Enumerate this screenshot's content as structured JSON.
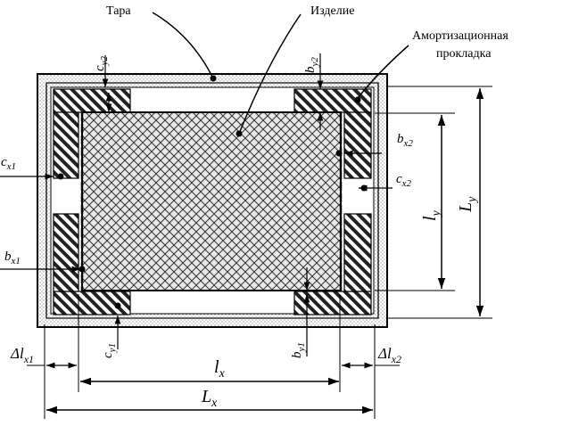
{
  "labels": {
    "tara": "Тара",
    "izdelie": "Изделие",
    "amort_line1": "Амортизационная",
    "amort_line2": "прокладка"
  },
  "symbols": {
    "cy2": {
      "base": "c",
      "sub": "y2"
    },
    "by2": {
      "base": "b",
      "sub": "y2"
    },
    "bx2": {
      "base": "b",
      "sub": "x2"
    },
    "cx1": {
      "base": "c",
      "sub": "x1"
    },
    "cx2": {
      "base": "c",
      "sub": "x2"
    },
    "bx1": {
      "base": "b",
      "sub": "x1"
    },
    "cy1": {
      "base": "c",
      "sub": "y1"
    },
    "by1": {
      "base": "b",
      "sub": "y1"
    },
    "dlx1": {
      "base": "Δl",
      "sub": "x1"
    },
    "dlx2": {
      "base": "Δl",
      "sub": "x2"
    },
    "ly_small": {
      "base": "l",
      "sub": "y"
    },
    "Ly_big": {
      "base": "L",
      "sub": "y"
    },
    "lx_small": {
      "base": "l",
      "sub": "x"
    },
    "Lx_big": {
      "base": "L",
      "sub": "x"
    }
  }
}
